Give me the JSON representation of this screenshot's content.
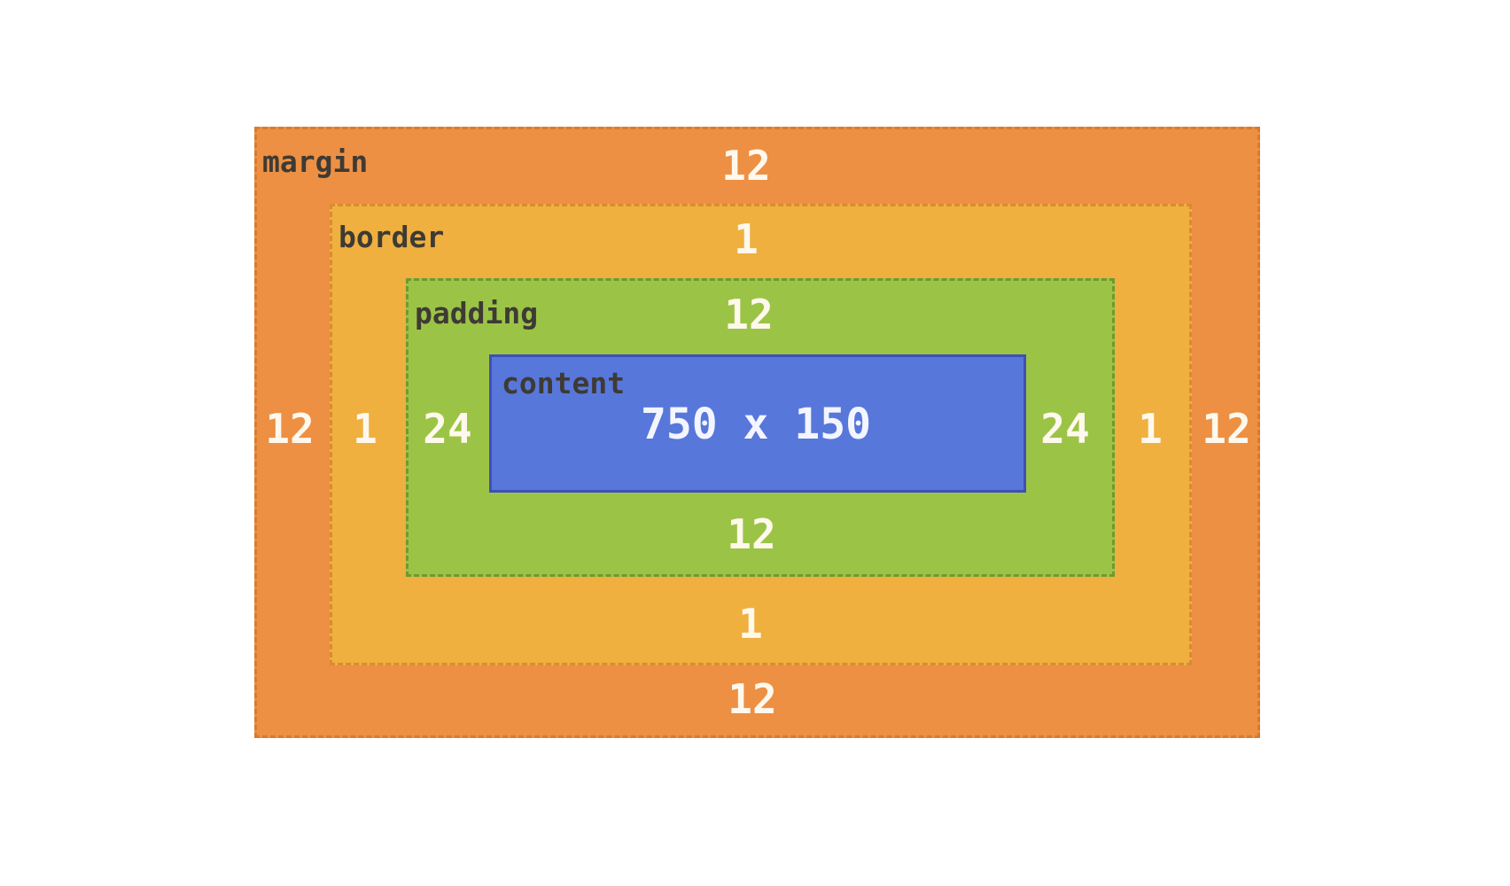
{
  "labels": {
    "margin": "margin",
    "border": "border",
    "padding": "padding",
    "content": "content"
  },
  "margin": {
    "top": "12",
    "right": "12",
    "bottom": "12",
    "left": "12"
  },
  "border": {
    "top": "1",
    "right": "1",
    "bottom": "1",
    "left": "1"
  },
  "padding": {
    "top": "12",
    "right": "24",
    "bottom": "12",
    "left": "24"
  },
  "content": {
    "size": "750 x 150"
  },
  "colors": {
    "margin": "#ED9044",
    "border": "#EFB03F",
    "padding": "#9BC446",
    "content": "#5877DB"
  }
}
